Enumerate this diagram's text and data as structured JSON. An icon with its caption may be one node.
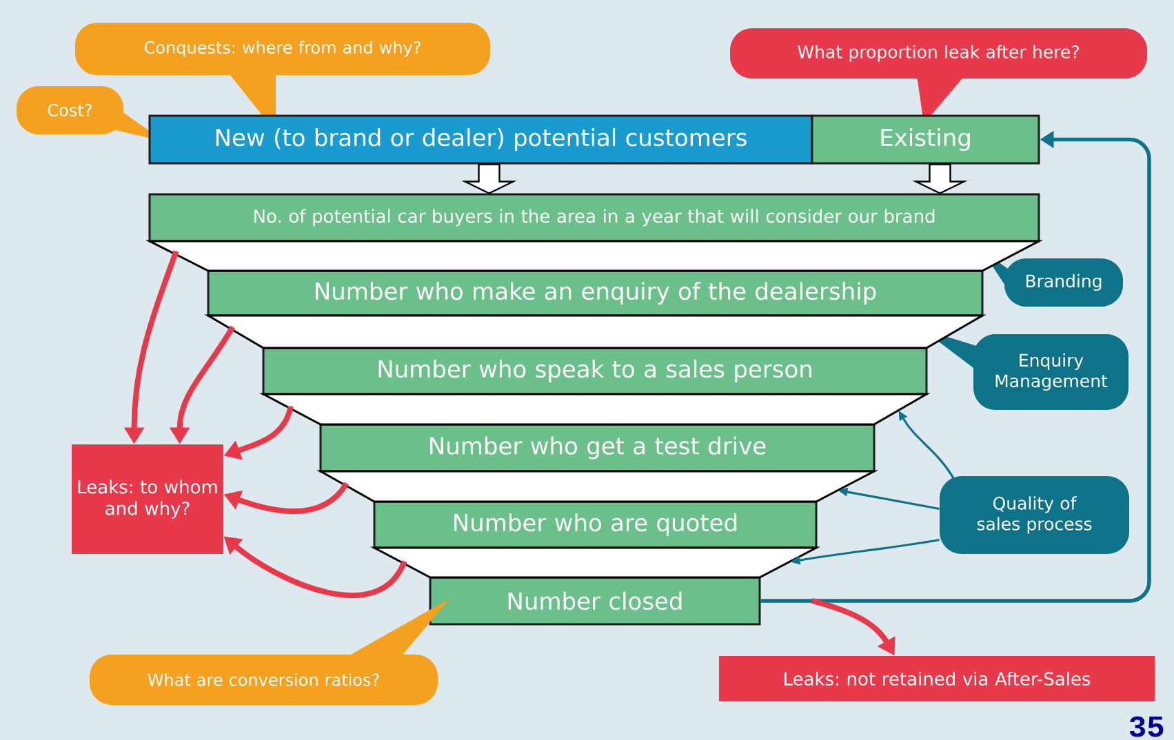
{
  "diagram": {
    "nodes": [
      {
        "text": [
          "Conquests: where from and why?"
        ]
      },
      {
        "text": [
          "Cost?"
        ]
      },
      {
        "text": [
          "What proportion leak after here?"
        ]
      },
      {
        "text": [
          "New (to brand or dealer) potential customers"
        ]
      },
      {
        "text": [
          "Existing"
        ]
      },
      {
        "text": [
          "No. of potential car buyers in the area in a year that will consider our brand"
        ]
      },
      {
        "text": [
          "Number who make an enquiry of the dealership"
        ]
      },
      {
        "text": [
          "Number who speak to a sales person"
        ]
      },
      {
        "text": [
          "Number who get a test drive"
        ]
      },
      {
        "text": [
          "Number who are quoted"
        ]
      },
      {
        "text": [
          "Number closed"
        ]
      },
      {
        "text": [
          "Leaks: to whom and why?"
        ]
      },
      {
        "text": [
          "Branding"
        ]
      },
      {
        "text": [
          "Enquiry Management"
        ]
      },
      {
        "text": [
          "Quality of sales process"
        ]
      },
      {
        "text": [
          "What are conversion ratios?"
        ]
      },
      {
        "text": [
          "Leaks: not retained via After-Sales"
        ]
      },
      {
        "text": [],
        "shape": "trapezoid"
      },
      {
        "text": [],
        "shape": "trapezoid"
      },
      {
        "text": [],
        "shape": "trapezoid"
      },
      {
        "text": [],
        "shape": "trapezoid"
      },
      {
        "text": [],
        "shape": "trapezoid"
      }
    ],
    "edges": [
      {
        "from": 3,
        "to": 5,
        "arrow": "to",
        "color": "#ffffff"
      },
      {
        "from": 4,
        "to": 5,
        "arrow": "to",
        "color": "#ffffff"
      },
      {
        "from": 17,
        "to": 11,
        "arrow": "to"
      },
      {
        "from": 18,
        "to": 11,
        "arrow": "to"
      },
      {
        "from": 19,
        "to": 11,
        "arrow": "to"
      },
      {
        "from": 20,
        "to": 11,
        "arrow": "to"
      },
      {
        "from": 21,
        "to": 11,
        "arrow": "to"
      },
      {
        "from": 10,
        "to": 4,
        "arrow": "to",
        "color": "#0e7389"
      },
      {
        "from": null,
        "to": 16,
        "arrow": "to"
      },
      {
        "from": 14,
        "to": 19,
        "arrow": "to",
        "color": "#0e7389"
      },
      {
        "from": 14,
        "to": 20,
        "arrow": "to",
        "color": "#0e7389"
      },
      {
        "from": 14,
        "to": 21,
        "arrow": "to",
        "color": "#0e7389"
      }
    ],
    "labels": [
      "35"
    ]
  }
}
